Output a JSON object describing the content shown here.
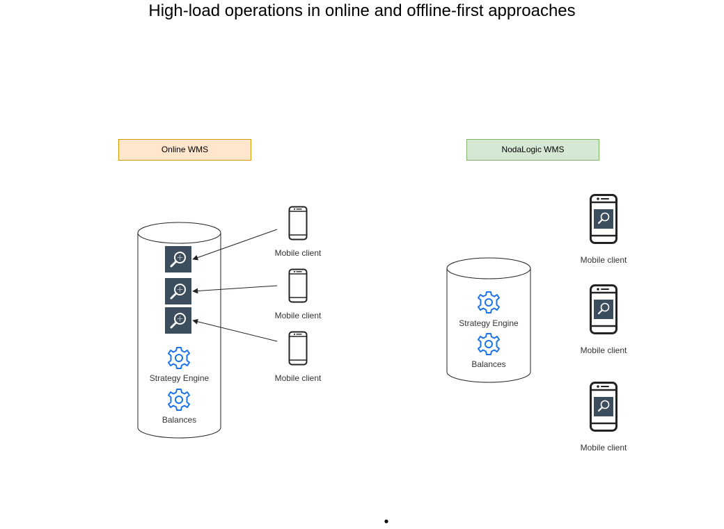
{
  "title": "High-load operations in online and offline-first approaches",
  "online": {
    "label": "Online WMS",
    "fill": "#ffe6cc",
    "stroke": "#d79b00",
    "services": [
      "Strategy Engine",
      "Balances"
    ],
    "clients": [
      "Mobile client",
      "Mobile client",
      "Mobile client"
    ]
  },
  "nodalogic": {
    "label": "NodaLogic WMS",
    "fill": "#d5e8d4",
    "stroke": "#82b366",
    "services": [
      "Strategy Engine",
      "Balances"
    ],
    "clients": [
      "Mobile client",
      "Mobile client",
      "Mobile client"
    ]
  },
  "colors": {
    "gear": "#1a73e8",
    "search_tile": "#3c4e5e",
    "phone": "#222222"
  },
  "icons": {
    "service": "gear-icon",
    "query": "search-icon",
    "client": "mobile-phone-icon"
  }
}
